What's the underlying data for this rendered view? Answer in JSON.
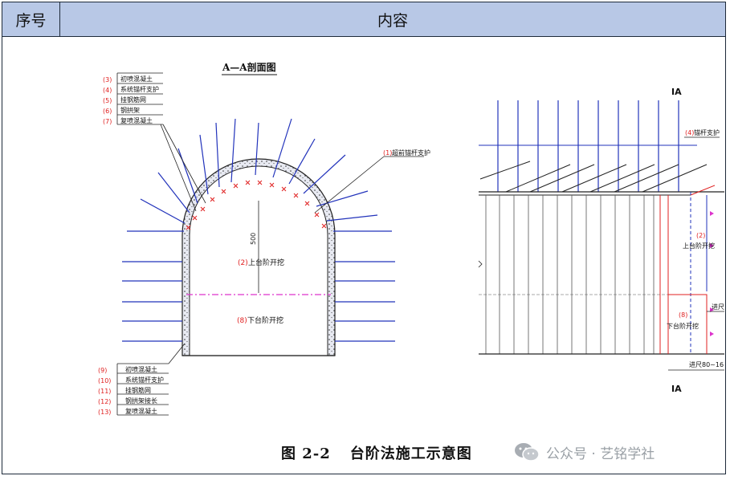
{
  "header": {
    "seq_label": "序号",
    "content_label": "内容"
  },
  "diagram": {
    "left_title": "A—A剖面图",
    "top_labels": [
      {
        "num": "(3)",
        "text": "初喷混凝土"
      },
      {
        "num": "(4)",
        "text": "系统锚杆支护"
      },
      {
        "num": "(5)",
        "text": "挂钢筋网"
      },
      {
        "num": "(6)",
        "text": "钢拱架"
      },
      {
        "num": "(7)",
        "text": "复喷混凝土"
      }
    ],
    "bottom_labels": [
      {
        "num": "(9)",
        "text": "初喷混凝土"
      },
      {
        "num": "(10)",
        "text": "系统锚杆支护"
      },
      {
        "num": "(11)",
        "text": "挂钢筋网"
      },
      {
        "num": "(12)",
        "text": "钢拱架接长"
      },
      {
        "num": "(13)",
        "text": "复喷混凝土"
      }
    ],
    "advance_bolt": {
      "num": "(1)",
      "text": "超前锚杆支护"
    },
    "upper_bench": {
      "num": "(2)",
      "text": "上台阶开挖"
    },
    "lower_bench": {
      "num": "(8)",
      "text": "下台阶开挖"
    },
    "dim_500": "500",
    "right_section_top": "IA",
    "right_section_bottom": "IA",
    "right_bolt": {
      "num": "(4)",
      "text": "锚杆支护"
    },
    "right_upper": {
      "num": "(2)",
      "text": "上台阶开挖"
    },
    "right_lower": {
      "num": "(8)",
      "text": "下台阶开挖"
    },
    "advance_1": "进尺",
    "advance_2": "进尺80~16"
  },
  "caption": {
    "number": "图 2-2",
    "title": "台阶法施工示意图"
  },
  "watermark": {
    "text": "公众号 · 艺铭学社"
  },
  "colors": {
    "header_bg": "#b8c8e6",
    "bolt": "#2233bb",
    "accent": "#e02020",
    "dash": "#dd33cc"
  }
}
